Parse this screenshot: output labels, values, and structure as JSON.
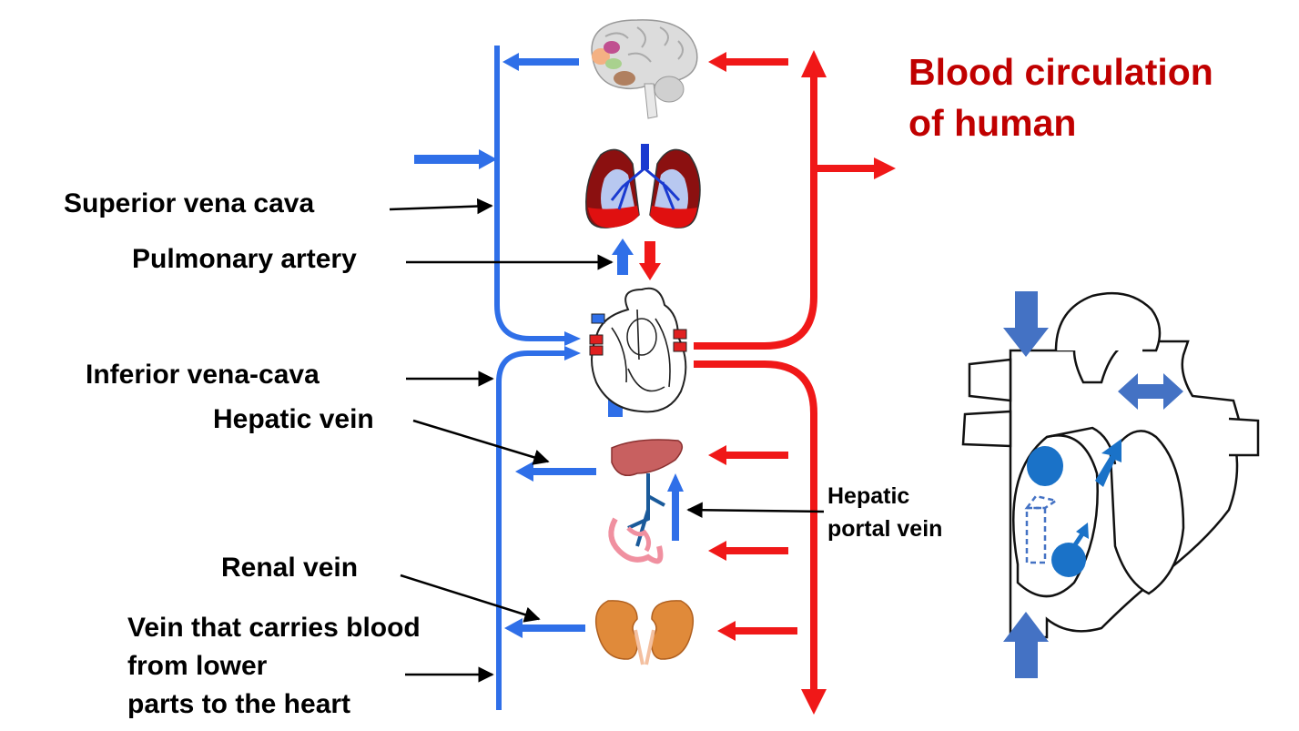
{
  "title": {
    "line1": "Blood circulation",
    "line2": "of human"
  },
  "labels": {
    "superior_vena_cava": "Superior vena cava",
    "pulmonary_artery": "Pulmonary artery",
    "inferior_vena_cava": "Inferior vena-cava",
    "hepatic_vein": "Hepatic vein",
    "hepatic_portal_vein": {
      "line1": "Hepatic",
      "line2": "portal vein"
    },
    "renal_vein": "Renal vein",
    "lower_vein": {
      "line1": "Vein that carries blood",
      "line2": "from lower",
      "line3": "parts to the heart"
    }
  },
  "icons": [
    "brain-icon",
    "lungs-icon",
    "heart-icon",
    "liver-intestine-icon",
    "kidneys-icon",
    "heart-cross-section-icon"
  ],
  "colors": {
    "vein": "#2f6fe8",
    "artery": "#f01818",
    "title": "#c00000",
    "detail_blue": "#4472c4",
    "detail_fill": "#1a72c8"
  }
}
